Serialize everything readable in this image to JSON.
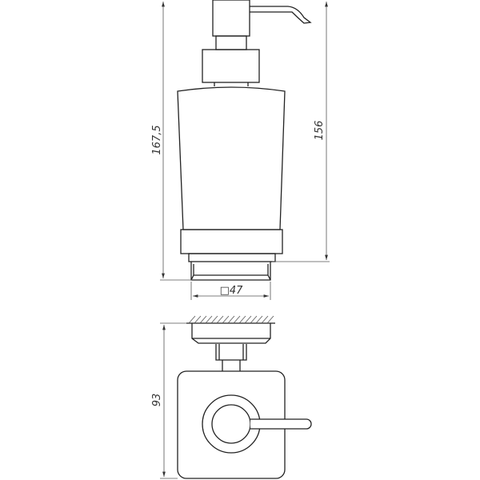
{
  "dimensions": {
    "total_height": "167,5",
    "bottle_height": "156",
    "base_width": "□47",
    "holder_height": "93"
  },
  "colors": {
    "line": "#222222",
    "background": "#ffffff"
  }
}
